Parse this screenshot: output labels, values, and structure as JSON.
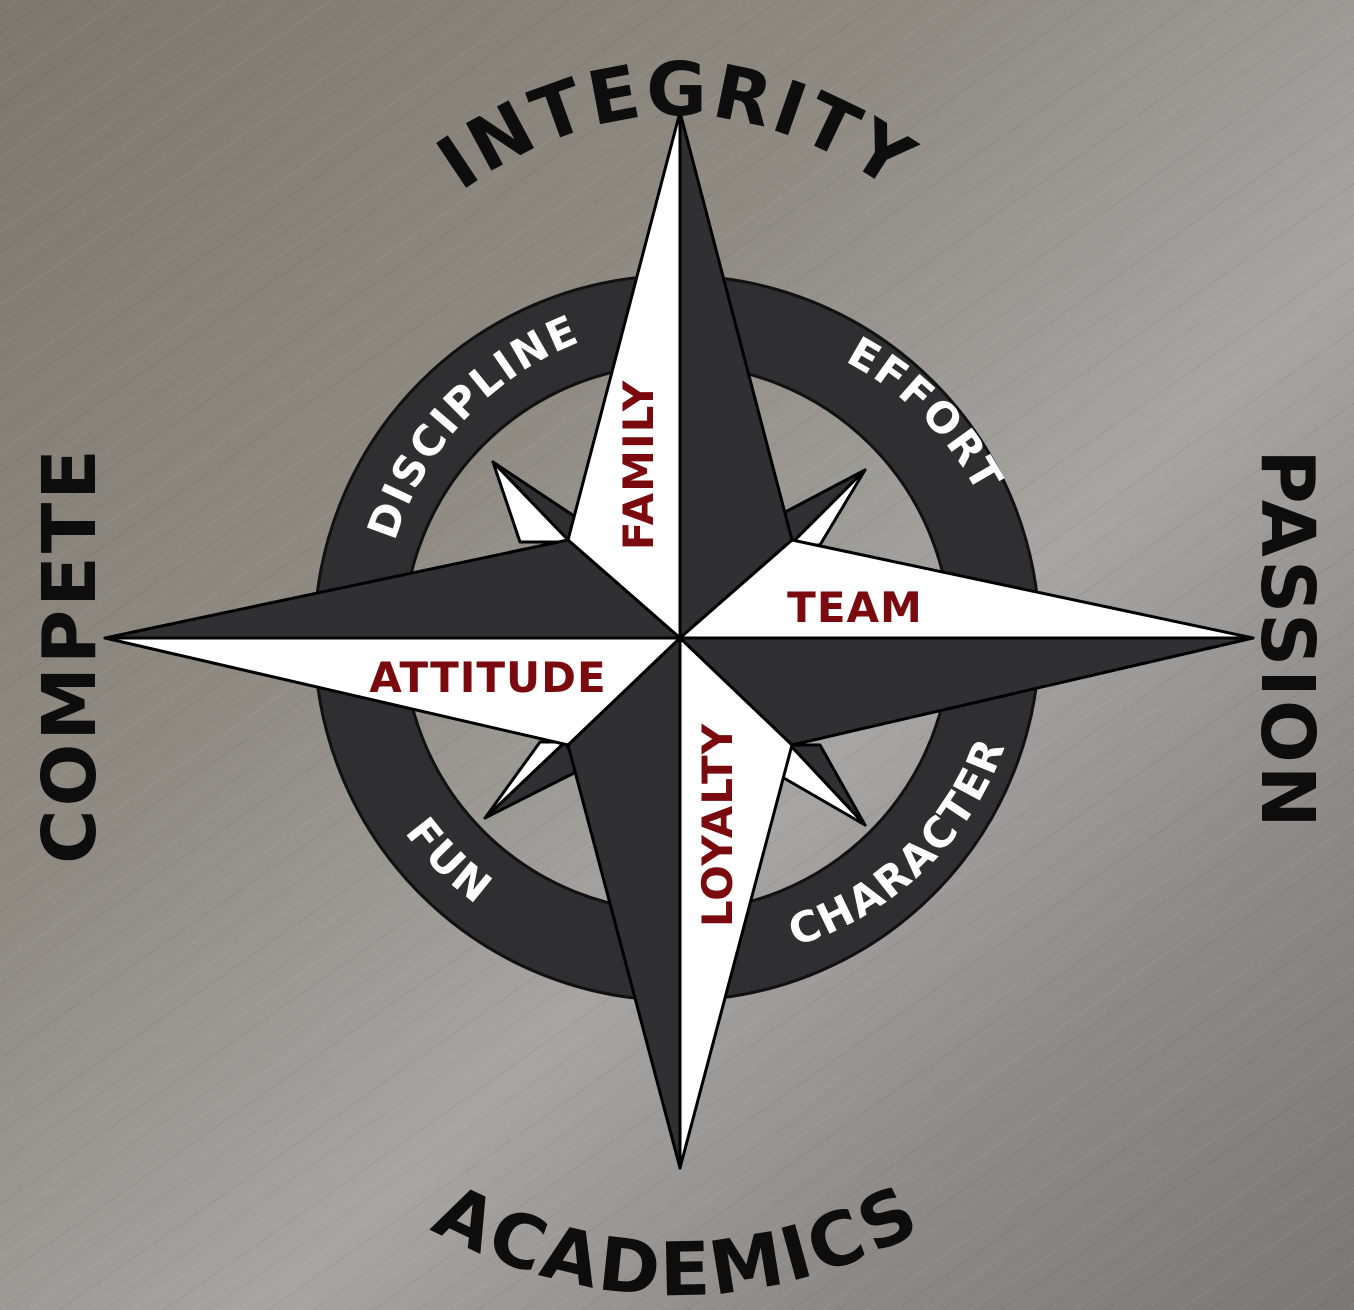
{
  "outer_values": {
    "top": "INTEGRITY",
    "right": "PASSION",
    "bottom": "ACADEMICS",
    "left": "COMPETE"
  },
  "ring_values": {
    "upper_left": "DISCIPLINE",
    "upper_right": "EFFORT",
    "lower_right": "CHARACTER",
    "lower_left": "FUN"
  },
  "point_values": {
    "north": "FAMILY",
    "east": "TEAM",
    "south": "LOYALTY",
    "west": "ATTITUDE"
  },
  "colors": {
    "background": "#8a8782",
    "ring": "#2f2f31",
    "dark_facet": "#303032",
    "light_facet": "#ffffff",
    "outer_text": "#0d0d0d",
    "ring_text": "#ffffff",
    "point_text": "#7a0a0e"
  }
}
